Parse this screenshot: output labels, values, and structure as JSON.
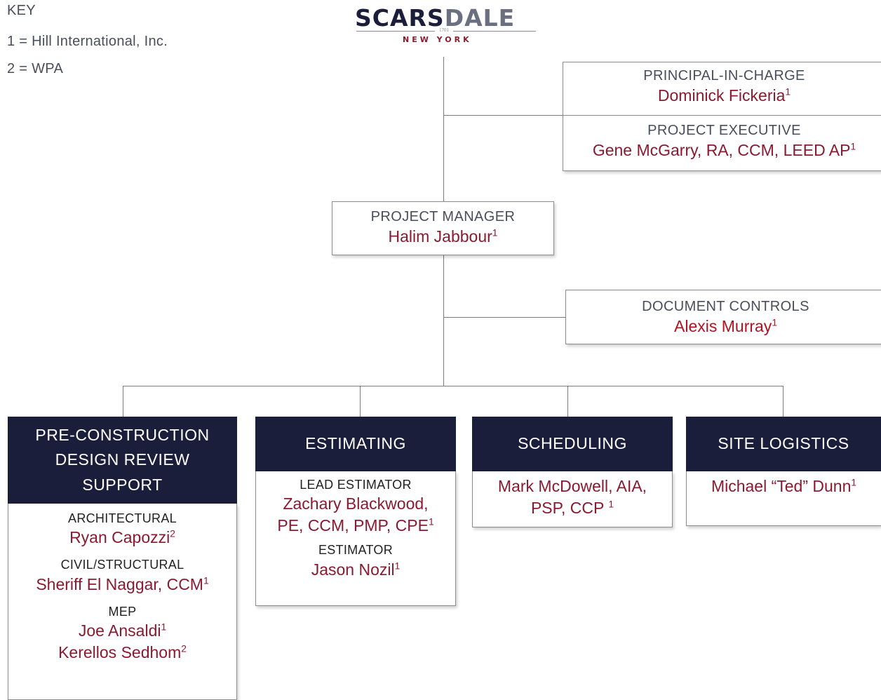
{
  "key": {
    "title": "KEY",
    "items": [
      "1 = Hill International, Inc.",
      "2 = WPA"
    ]
  },
  "logo": {
    "word_a": "SCARS",
    "word_b": "DALE",
    "year": "1701",
    "sub": "NEW YORK"
  },
  "principal": {
    "role": "PRINCIPAL-IN-CHARGE",
    "name": "Dominick Fickeria",
    "sup": "1"
  },
  "executive": {
    "role": "PROJECT EXECUTIVE",
    "name": "Gene McGarry, RA, CCM, LEED AP",
    "sup": "1"
  },
  "manager": {
    "role": "PROJECT MANAGER",
    "name": "Halim Jabbour",
    "sup": "1"
  },
  "doc_controls": {
    "role": "DOCUMENT CONTROLS",
    "name": "Alexis Murray",
    "sup": "1"
  },
  "departments": {
    "preconstruction": {
      "title_lines": [
        "PRE-CONSTRUCTION",
        "DESIGN REVIEW",
        "SUPPORT"
      ],
      "roles": [
        {
          "role": "ARCHITECTURAL",
          "names": [
            {
              "name": "Ryan Capozzi",
              "sup": "2"
            }
          ]
        },
        {
          "role": "CIVIL/STRUCTURAL",
          "names": [
            {
              "name": "Sheriff El Naggar, CCM",
              "sup": "1"
            }
          ]
        },
        {
          "role": "MEP",
          "names": [
            {
              "name": "Joe Ansaldi",
              "sup": "1"
            },
            {
              "name": "Kerellos Sedhom",
              "sup": "2"
            }
          ]
        }
      ]
    },
    "estimating": {
      "title": "ESTIMATING",
      "lead_role": "LEAD ESTIMATOR",
      "lead_name_line1": "Zachary Blackwood,",
      "lead_name_line2": "PE, CCM, PMP, CPE",
      "lead_sup": "1",
      "role": "ESTIMATOR",
      "name": "Jason Nozil",
      "sup": "1"
    },
    "scheduling": {
      "title": "SCHEDULING",
      "name_line1": "Mark McDowell, AIA,",
      "name_line2": "PSP, CCP ",
      "sup": "1"
    },
    "site_logistics": {
      "title": "SITE LOGISTICS",
      "name": "Michael “Ted” Dunn",
      "sup": "1"
    }
  }
}
